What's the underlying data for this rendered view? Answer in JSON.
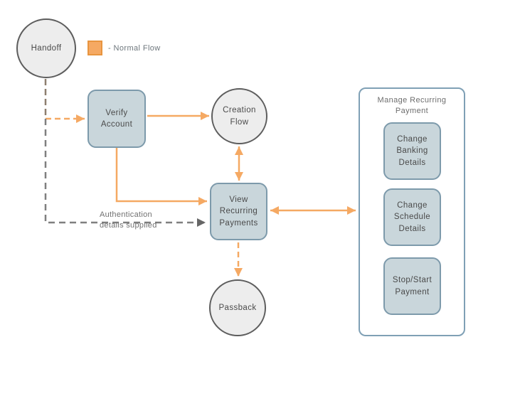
{
  "diagram": {
    "legend": {
      "label": "- Normal Flow",
      "swatch_color": "#f5a963"
    },
    "nodes": {
      "handoff": {
        "label": "Handoff",
        "shape": "circle"
      },
      "verify_account": {
        "label": "Verify Account",
        "shape": "rounded-box"
      },
      "creation_flow": {
        "label": "Creation Flow",
        "shape": "circle"
      },
      "view_recurring_payments": {
        "label": "View Recurring Payments",
        "shape": "rounded-box"
      },
      "passback": {
        "label": "Passback",
        "shape": "circle"
      }
    },
    "group": {
      "title": "Manage Recurring Payment",
      "items": [
        {
          "label": "Change Banking Details"
        },
        {
          "label": "Change Schedule Details"
        },
        {
          "label": "Stop/Start Payment"
        }
      ]
    },
    "edge_labels": {
      "authentication": "Authentication details supplied"
    },
    "colors": {
      "normal_flow_orange": "#f5a963",
      "process_fill": "#c9d6db",
      "process_border": "#7d9aab",
      "terminal_fill": "#ededed",
      "terminal_border": "#5d5d5d",
      "group_border": "#7fa0b5",
      "auth_dash_gray": "#7f7f7f",
      "overlap_dash_brown": "#8d7e6e"
    }
  }
}
